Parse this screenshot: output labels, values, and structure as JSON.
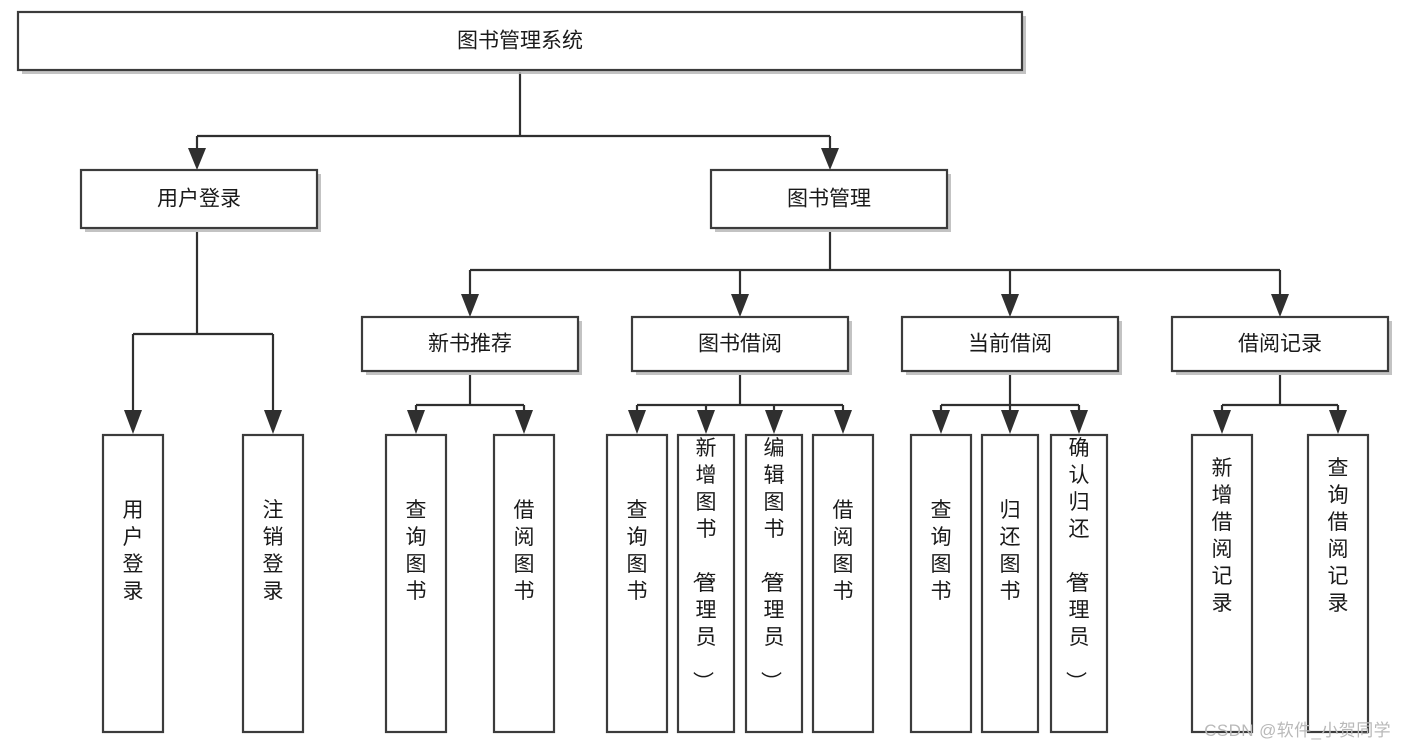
{
  "diagram": {
    "type": "tree-hierarchy",
    "title": "图书管理系统",
    "watermark": "CSDN @软件_小贺同学",
    "colors": {
      "box_fill": "#ffffff",
      "box_stroke": "#3c3c3c",
      "edge": "#2f2f2f",
      "text": "#1a1a1a",
      "watermark": "#b9b9b9"
    },
    "root": {
      "id": "root",
      "label": "图书管理系统",
      "level": 0
    },
    "level2": [
      {
        "id": "user-login",
        "label": "用户登录"
      },
      {
        "id": "book-manage",
        "label": "图书管理"
      }
    ],
    "level3": [
      {
        "id": "new-book-rec",
        "label": "新书推荐",
        "parent": "book-manage"
      },
      {
        "id": "book-borrow",
        "label": "图书借阅",
        "parent": "book-manage"
      },
      {
        "id": "current-borrow",
        "label": "当前借阅",
        "parent": "book-manage"
      },
      {
        "id": "borrow-record",
        "label": "借阅记录",
        "parent": "book-manage"
      }
    ],
    "leaves": {
      "user-login": [
        {
          "id": "leaf-user-login",
          "label": "用户登录"
        },
        {
          "id": "leaf-logout",
          "label": "注销登录"
        }
      ],
      "new-book-rec": [
        {
          "id": "leaf-query-book-1",
          "label": "查询图书"
        },
        {
          "id": "leaf-borrow-book-1",
          "label": "借阅图书"
        }
      ],
      "book-borrow": [
        {
          "id": "leaf-query-book-2",
          "label": "查询图书"
        },
        {
          "id": "leaf-add-book",
          "label": "新增图书（管理员）"
        },
        {
          "id": "leaf-edit-book",
          "label": "编辑图书（管理员）"
        },
        {
          "id": "leaf-borrow-book-2",
          "label": "借阅图书"
        }
      ],
      "current-borrow": [
        {
          "id": "leaf-query-book-3",
          "label": "查询图书"
        },
        {
          "id": "leaf-return-book",
          "label": "归还图书"
        },
        {
          "id": "leaf-confirm-return",
          "label": "确认归还（管理员）"
        }
      ],
      "borrow-record": [
        {
          "id": "leaf-add-record",
          "label": "新增借阅记录"
        },
        {
          "id": "leaf-query-record",
          "label": "查询借阅记录"
        }
      ]
    }
  }
}
